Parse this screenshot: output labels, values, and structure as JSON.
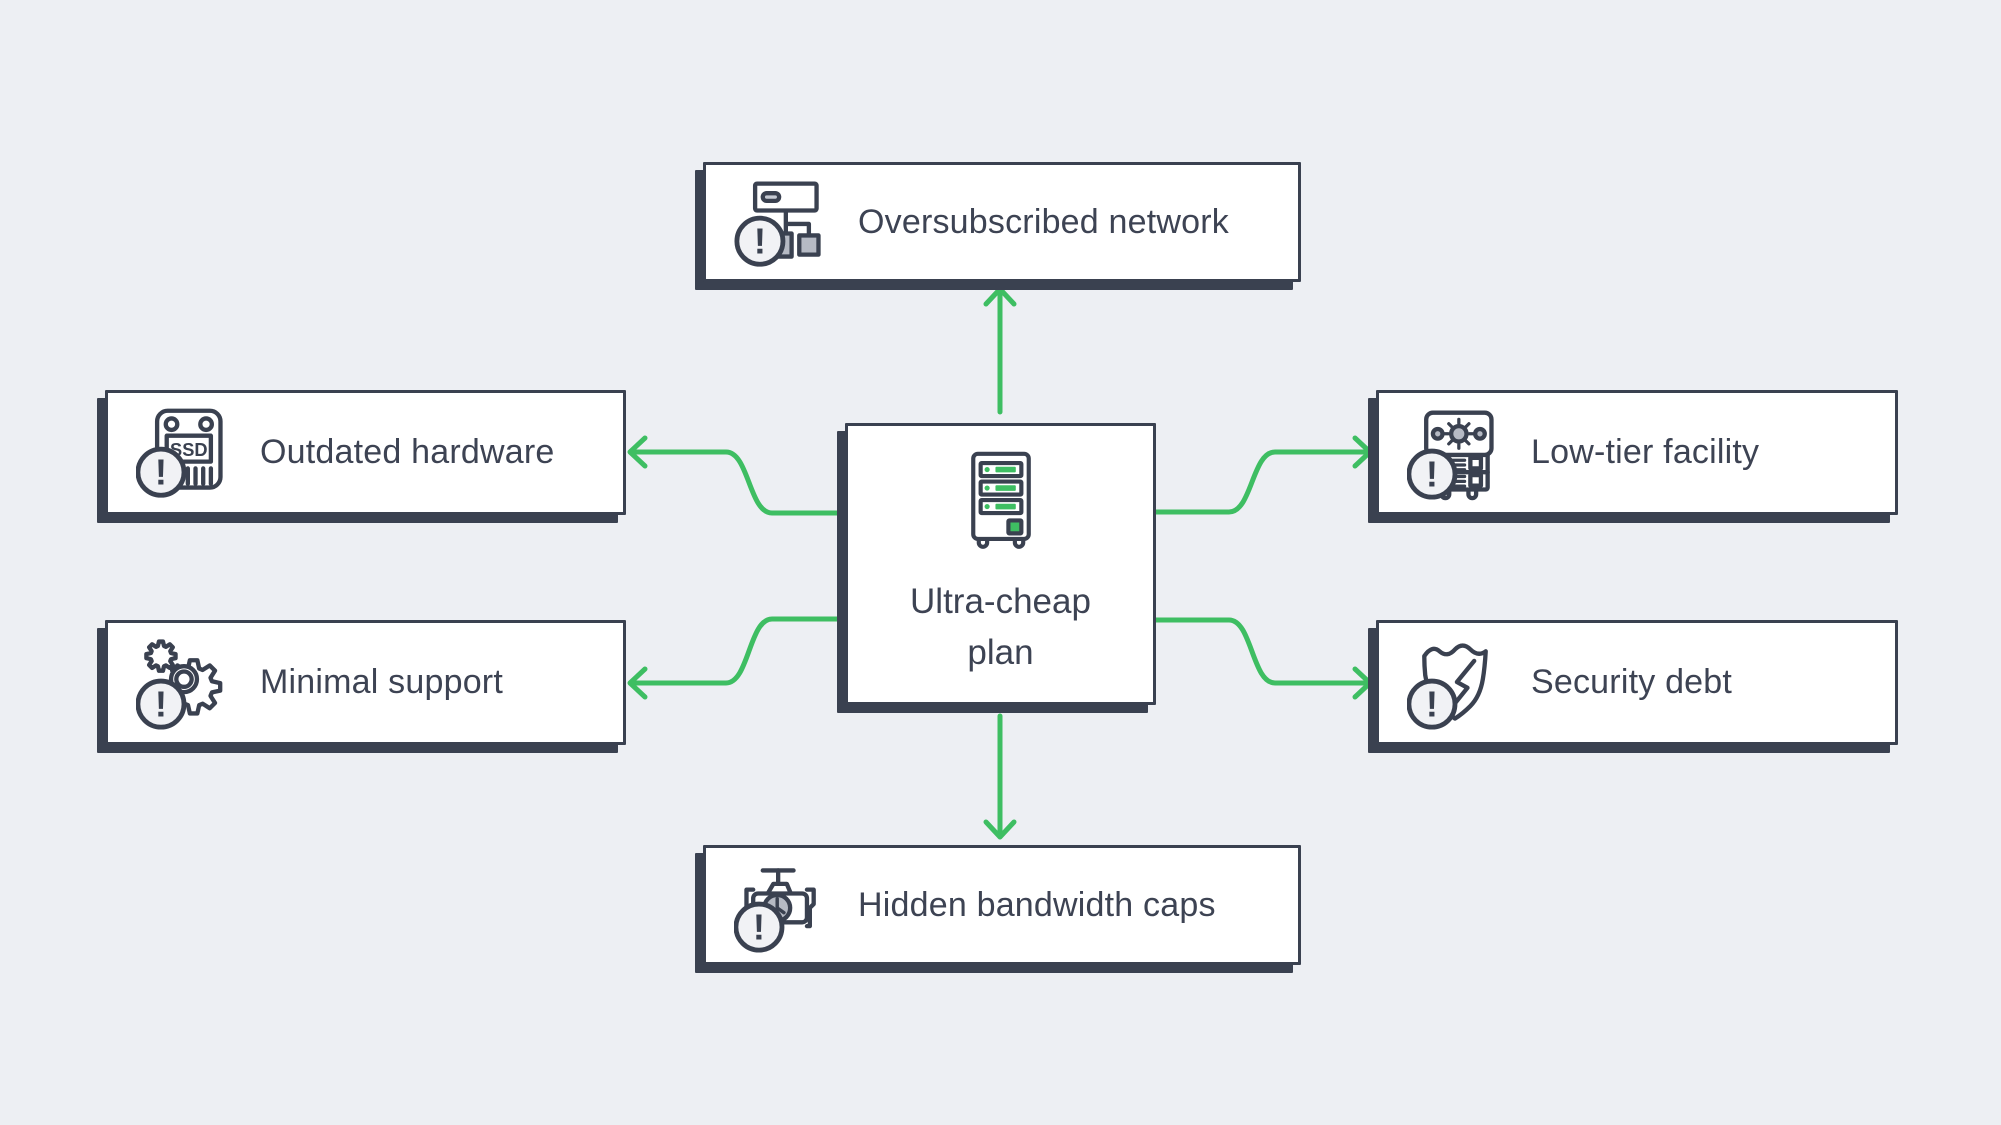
{
  "diagram": {
    "title_hidden": "",
    "center": {
      "label_line1": "Ultra-cheap",
      "label_line2": "plan",
      "icon": "server-tower-icon"
    },
    "nodes": [
      {
        "id": "top",
        "label": "Oversubscribed network",
        "icon": "network-warning-icon"
      },
      {
        "id": "left-top",
        "label": "Outdated hardware",
        "icon": "ssd-warning-icon"
      },
      {
        "id": "left-bottom",
        "label": "Minimal support",
        "icon": "gears-warning-icon"
      },
      {
        "id": "right-top",
        "label": "Low-tier facility",
        "icon": "facility-warning-icon"
      },
      {
        "id": "right-bottom",
        "label": "Security debt",
        "icon": "shield-warning-icon"
      },
      {
        "id": "bottom",
        "label": "Hidden bandwidth caps",
        "icon": "valve-warning-icon"
      }
    ],
    "badge_mark": "!",
    "ssd_label": "SSD",
    "colors": {
      "background": "#edeff3",
      "box_fill": "#ffffff",
      "line_dark": "#3a4150",
      "arrow_green": "#3ebe62",
      "badge_fill": "#f1f2f5",
      "accent_gray": "#b6bac4",
      "text": "#3d4353"
    }
  }
}
